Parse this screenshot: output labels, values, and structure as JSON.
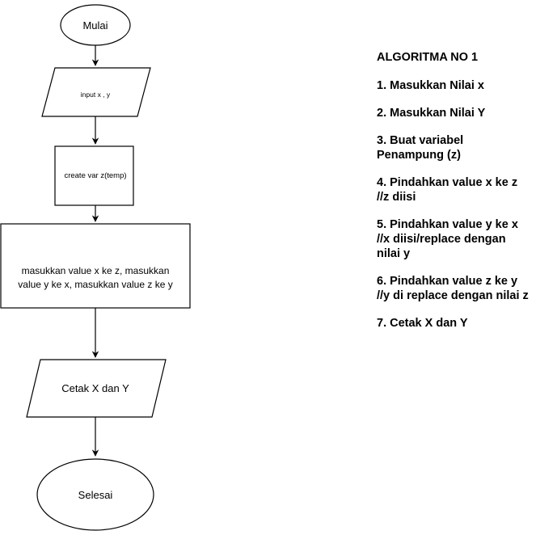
{
  "flowchart": {
    "start": "Mulai",
    "input": "input x , y",
    "temp": "create var z(temp)",
    "swap_line1": "masukkan value x ke z, masukkan",
    "swap_line2": "value y ke x, masukkan value z ke y",
    "output": "Cetak X dan Y",
    "end": "Selesai"
  },
  "algorithm": {
    "title": "ALGORITMA NO 1",
    "steps": [
      "1. Masukkan Nilai x",
      "2. Masukkan Nilai Y",
      "3. Buat variabel\nPenampung (z)",
      "4. Pindahkan value x ke z\n//z diisi",
      "5. Pindahkan value y ke x\n//x diisi/replace dengan\nnilai y",
      "6. Pindahkan value z ke y\n//y di replace dengan nilai z",
      "7. Cetak X dan Y"
    ]
  },
  "colors": {
    "stroke": "#000000",
    "fill": "#ffffff",
    "text": "#000000"
  }
}
